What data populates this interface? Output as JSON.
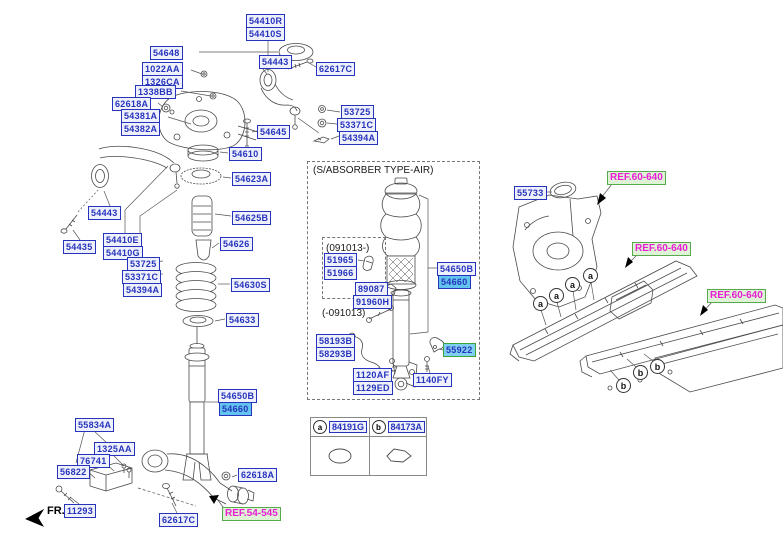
{
  "air_box": {
    "title": "(S/ABSORBER TYPE-AIR)",
    "sub_box_title": "(091013-)",
    "note": "(-091013)"
  },
  "fr_marker": {
    "label": "FR."
  },
  "callouts": {
    "a": "a",
    "b": "b"
  },
  "legend": {
    "items": [
      {
        "key": "a",
        "part": "84191G"
      },
      {
        "key": "b",
        "part": "84173A"
      }
    ]
  },
  "labels": {
    "l54410R": "54410R",
    "l54410S": "54410S",
    "l54648": "54648",
    "l1022AA": "1022AA",
    "l1326CA": "1326CA",
    "l1338BB": "1338BB",
    "l62618A_top": "62618A",
    "l54381A": "54381A",
    "l54382A": "54382A",
    "l54443_top": "54443",
    "l62617C_top": "62617C",
    "l54645": "54645",
    "l53725_r": "53725",
    "l53371C_r": "53371C",
    "l54394A_r": "54394A",
    "l54610": "54610",
    "l54623A": "54623A",
    "l54625B": "54625B",
    "l54626": "54626",
    "l54630S": "54630S",
    "l54633": "54633",
    "l54443_left": "54443",
    "l54435": "54435",
    "l54410E": "54410E",
    "l54410G": "54410G",
    "l53725_l": "53725",
    "l53371C_l": "53371C",
    "l54394A_l": "54394A",
    "l54650B_strut": "54650B",
    "l54660_strut": "54660",
    "l55834A": "55834A",
    "l1325AA": "1325AA",
    "l76741": "76741",
    "l56822": "56822",
    "l11293": "11293",
    "l62618A_bottom": "62618A",
    "l62617C_bottom": "62617C",
    "ref54545": "REF.54-545",
    "l51965": "51965",
    "l51966": "51966",
    "l89087": "89087",
    "l91960H": "91960H",
    "l58193B": "58193B",
    "l58293B": "58293B",
    "l1120AF": "1120AF",
    "l1129ED": "1129ED",
    "l1140FY": "1140FY",
    "l54650B_air": "54650B",
    "l54660_air": "54660",
    "l55922": "55922",
    "l55733": "55733",
    "ref60640_1": "REF.60-640",
    "ref60640_2": "REF.60-640",
    "ref60640_3": "REF.60-640"
  },
  "colors": {
    "label_text": "#2633bd",
    "label_bg": "#eef1fb",
    "highlight_bg": "#62c4ee",
    "ref_text": "#e81ed4",
    "ref_bg": "#dff3d6",
    "green_border": "#3aa33a",
    "line_art": "#4a4a4a"
  }
}
